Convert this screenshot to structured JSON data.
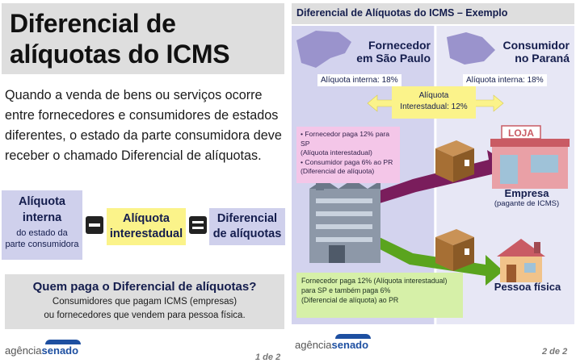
{
  "left": {
    "title_line1": "Diferencial de",
    "title_line2": "alíquotas do ICMS",
    "intro": "Quando a venda de bens ou serviços ocorre entre fornecedores e consumidores de estados diferentes, o estado da parte consumidora deve receber o chamado Diferencial de alíquotas.",
    "eq_left_line1": "Alíquota",
    "eq_left_line2": "interna",
    "eq_left_small1": "do estado da",
    "eq_left_small2": "parte consumidora",
    "eq_mid_line1": "Alíquota",
    "eq_mid_line2": "interestadual",
    "eq_right_line1": "Diferencial",
    "eq_right_line2": "de alíquotas",
    "question": "Quem paga o Diferencial de alíquotas?",
    "answer_line1": "Consumidores que pagam ICMS (empresas)",
    "answer_line2": "ou fornecedores que vendem para pessoa física.",
    "logo_a": "agência",
    "logo_b": "senado",
    "page": "1 de 2"
  },
  "right": {
    "title": "Diferencial de Alíquotas do ICMS – Exemplo",
    "sp_header_line1": "Fornecedor",
    "sp_header_line2": "em São Paulo",
    "pr_header_line1": "Consumidor",
    "pr_header_line2": "no Paraná",
    "sp_rate": "Alíquota interna: 18%",
    "pr_rate": "Alíquota interna: 18%",
    "inter_line1": "Alíquota",
    "inter_line2": "Interestadual: 12%",
    "pink_line1": "• Fornecedor paga 12% para SP",
    "pink_line2": "(Alíquota interestadual)",
    "pink_line3": "• Consumidor paga 6% ao PR",
    "pink_line4": "(Diferencial de alíquota)",
    "store_sign": "LOJA",
    "empresa": "Empresa",
    "empresa_sub": "(pagante de ICMS)",
    "pessoa": "Pessoa física",
    "green_line1": "Fornecedor paga 12% (Alíquota interestadual)",
    "green_line2": "para SP e também paga 6%",
    "green_line3": "(Diferencial de alíquota) ao PR",
    "logo_a": "agência",
    "logo_b": "senado",
    "page": "2 de 2"
  },
  "colors": {
    "navy": "#141d4d",
    "lavender": "#cfd0ec",
    "yellow": "#fbf38a",
    "pink": "#f4c6e8",
    "green": "#d6f0a8",
    "arrow_purple": "#7a1d5c",
    "arrow_green": "#5aa41e",
    "logo_blue": "#1d4fa1"
  }
}
